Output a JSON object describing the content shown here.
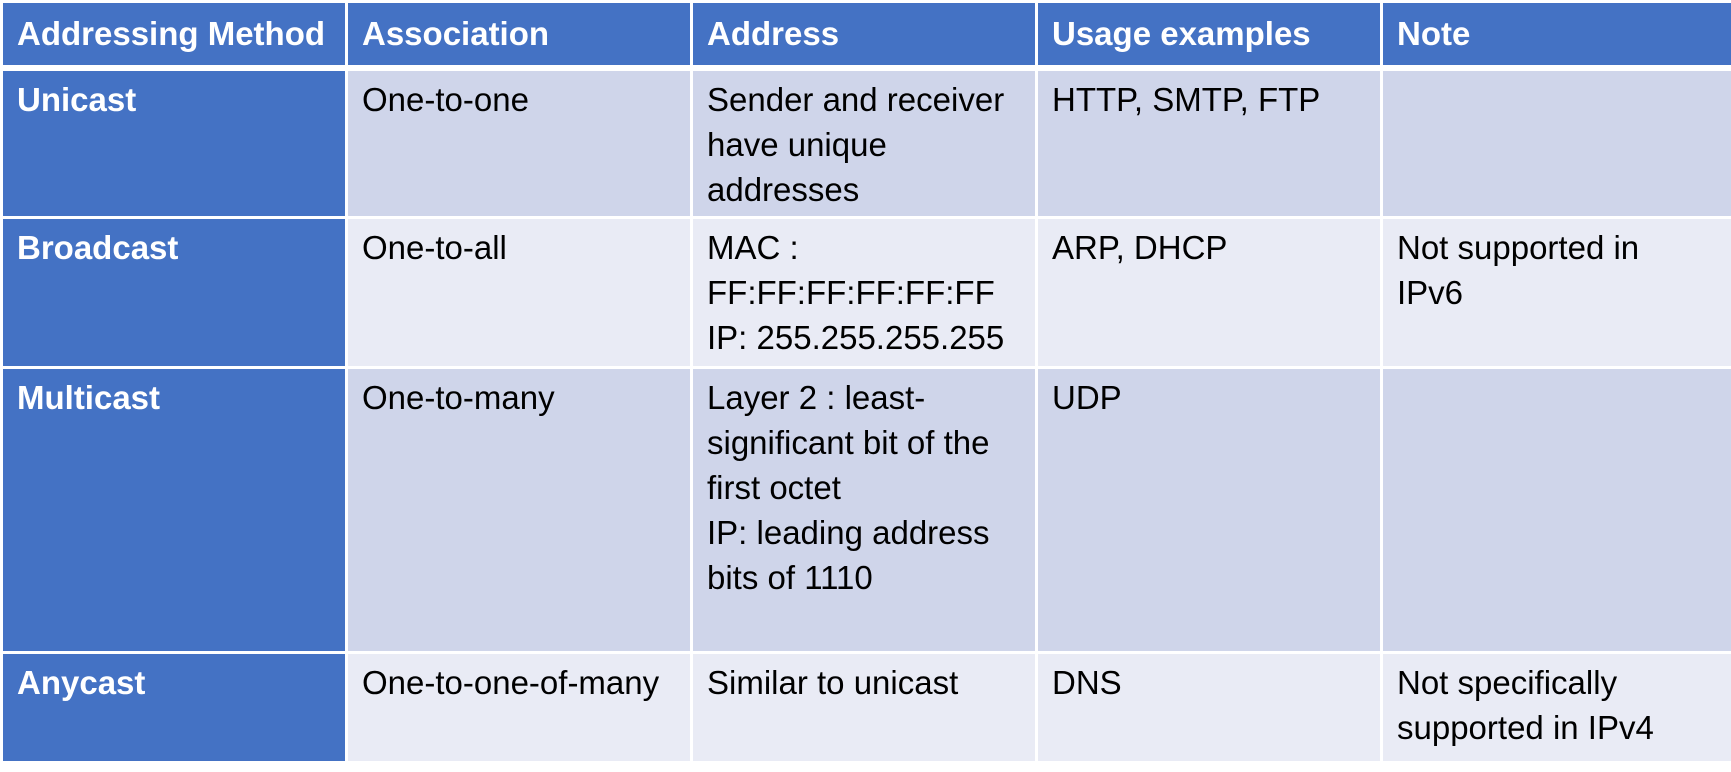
{
  "colors": {
    "header_bg": "#4472c4",
    "header_text": "#ffffff",
    "row_band_dark": "#cfd5ea",
    "row_band_light": "#e9ebf5",
    "grid_lines": "#ffffff"
  },
  "table": {
    "headers": [
      "Addressing Method",
      "Association",
      "Address",
      "Usage examples",
      "Note"
    ],
    "rows": [
      {
        "method": "Unicast",
        "association": "One-to-one",
        "address_lines": [
          "Sender and receiver",
          "have unique",
          "addresses"
        ],
        "usage": "HTTP, SMTP, FTP",
        "note_lines": []
      },
      {
        "method": "Broadcast",
        "association": "One-to-all",
        "address_lines": [
          "MAC :",
          "FF:FF:FF:FF:FF:FF",
          "IP: 255.255.255.255"
        ],
        "usage": "ARP, DHCP",
        "note_lines": [
          "Not supported in",
          "IPv6"
        ]
      },
      {
        "method": "Multicast",
        "association": "One-to-many",
        "address_lines": [
          "Layer 2 : least-",
          "significant bit of the",
          "first octet",
          "IP: leading address",
          "bits of 1110"
        ],
        "usage": "UDP",
        "note_lines": []
      },
      {
        "method": "Anycast",
        "association": "One-to-one-of-many",
        "address_lines": [
          "Similar to unicast"
        ],
        "usage": "DNS",
        "note_lines": [
          "Not specifically",
          "supported in IPv4"
        ]
      }
    ]
  }
}
